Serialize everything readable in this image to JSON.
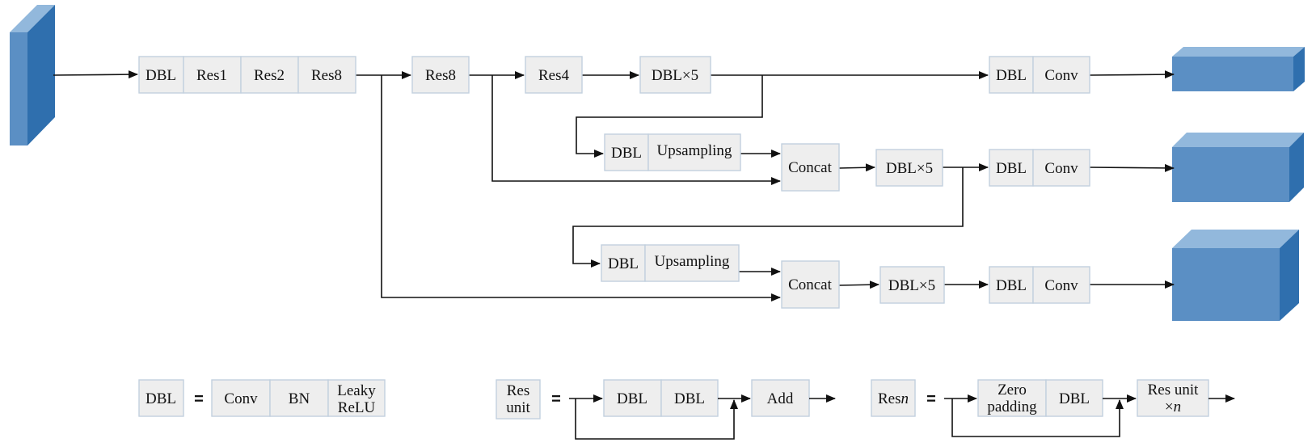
{
  "colors": {
    "cube_front": "#5b8fc4",
    "cube_top": "#92b8dc",
    "cube_side": "#2f6fae",
    "box_fill": "#eeeeee",
    "box_border": "#c2d0de"
  },
  "main": {
    "backbone": [
      "DBL",
      "Res1",
      "Res2",
      "Res8"
    ],
    "res8": "Res8",
    "res4": "Res4",
    "dbl5_top": "DBL×5",
    "head1": [
      "DBL",
      "Conv"
    ],
    "up1": [
      "DBL",
      "Upsampling"
    ],
    "concat1": "Concat",
    "dbl5_mid": "DBL×5",
    "head2": [
      "DBL",
      "Conv"
    ],
    "up2": [
      "DBL",
      "Upsampling"
    ],
    "concat2": "Concat",
    "dbl5_bot": "DBL×5",
    "head3": [
      "DBL",
      "Conv"
    ]
  },
  "legend": {
    "dbl": {
      "name": "DBL",
      "eq": "=",
      "parts": [
        "Conv",
        "BN",
        "Leaky",
        "ReLU"
      ]
    },
    "res_unit": {
      "name": [
        "Res",
        "unit"
      ],
      "eq": "=",
      "parts": [
        "DBL",
        "DBL"
      ],
      "add": "Add"
    },
    "resn": {
      "name_prefix": "Res",
      "name_var": "n",
      "eq": "=",
      "zero": [
        "Zero",
        "padding"
      ],
      "dbl": "DBL",
      "out": [
        "Res unit",
        "×",
        "n"
      ]
    }
  }
}
